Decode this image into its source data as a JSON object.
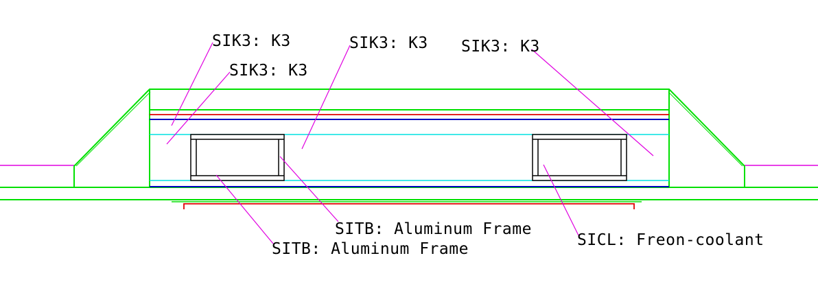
{
  "colors": {
    "background": "#ffffff",
    "outer_frame": "#00e000",
    "red_plate": "#e00000",
    "blue_plate": "#0000c0",
    "cyan_layer": "#00e0e0",
    "leader_line": "#e000e0",
    "tube": "#000000",
    "label_text": "#000000"
  },
  "labels": {
    "sik3_1": "SIK3: K3",
    "sik3_2": "SIK3: K3",
    "sik3_3": "SIK3: K3",
    "sik3_4": "SIK3: K3",
    "sitb_1": "SITB: Aluminum Frame",
    "sitb_2": "SITB: Aluminum Frame",
    "sicl": "SICL: Freon-coolant"
  }
}
